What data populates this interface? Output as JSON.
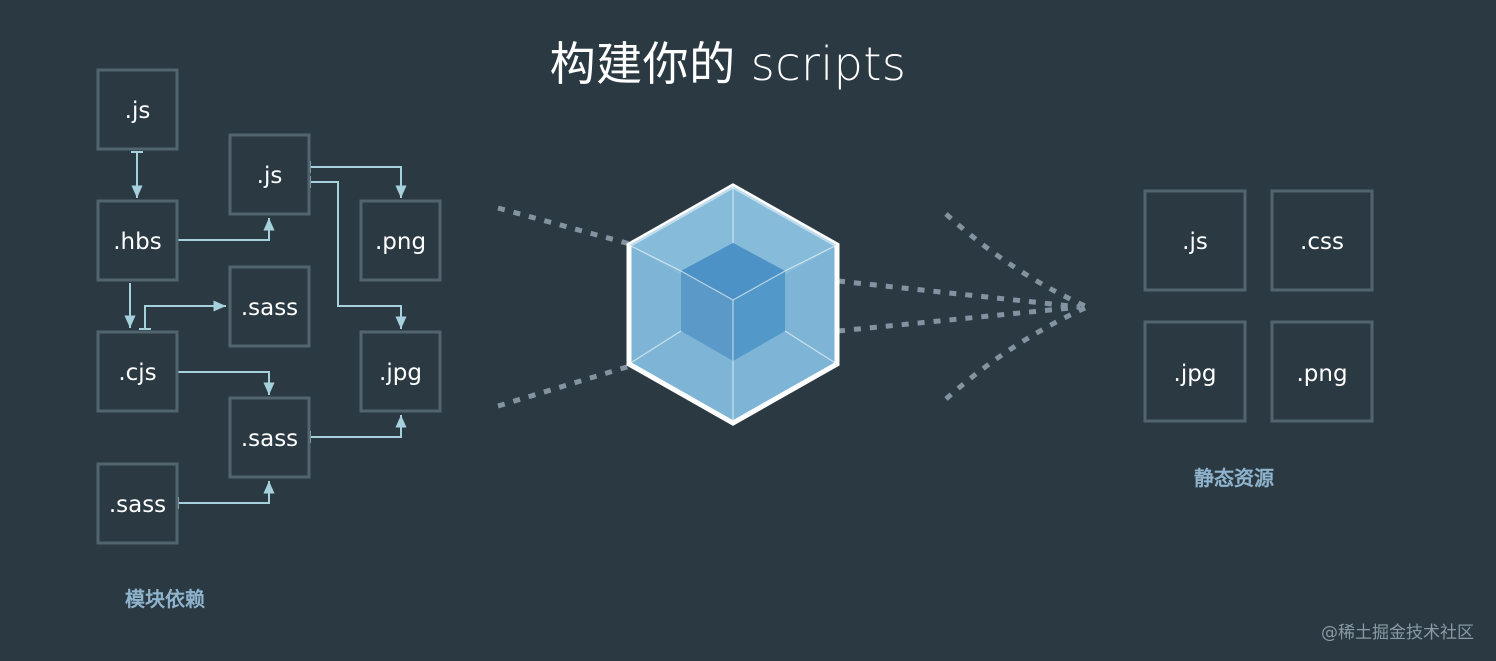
{
  "title": "构建你的 scripts",
  "left_caption": "模块依赖",
  "right_caption": "静态资源",
  "watermark": "@稀土掘金技术社区",
  "left_boxes": [
    ".js",
    ".js",
    ".hbs",
    ".png",
    ".sass",
    ".cjs",
    ".jpg",
    ".sass",
    ".sass"
  ],
  "right_boxes": [
    ".js",
    ".css",
    ".jpg",
    ".png"
  ],
  "colors": {
    "background": "#2b3a42",
    "box_border": "#52646d",
    "arrow": "#a7d0dd",
    "dots": "#8393a0",
    "cube_outer": "#8ed6fb",
    "cube_inner": "#1c78c0"
  }
}
